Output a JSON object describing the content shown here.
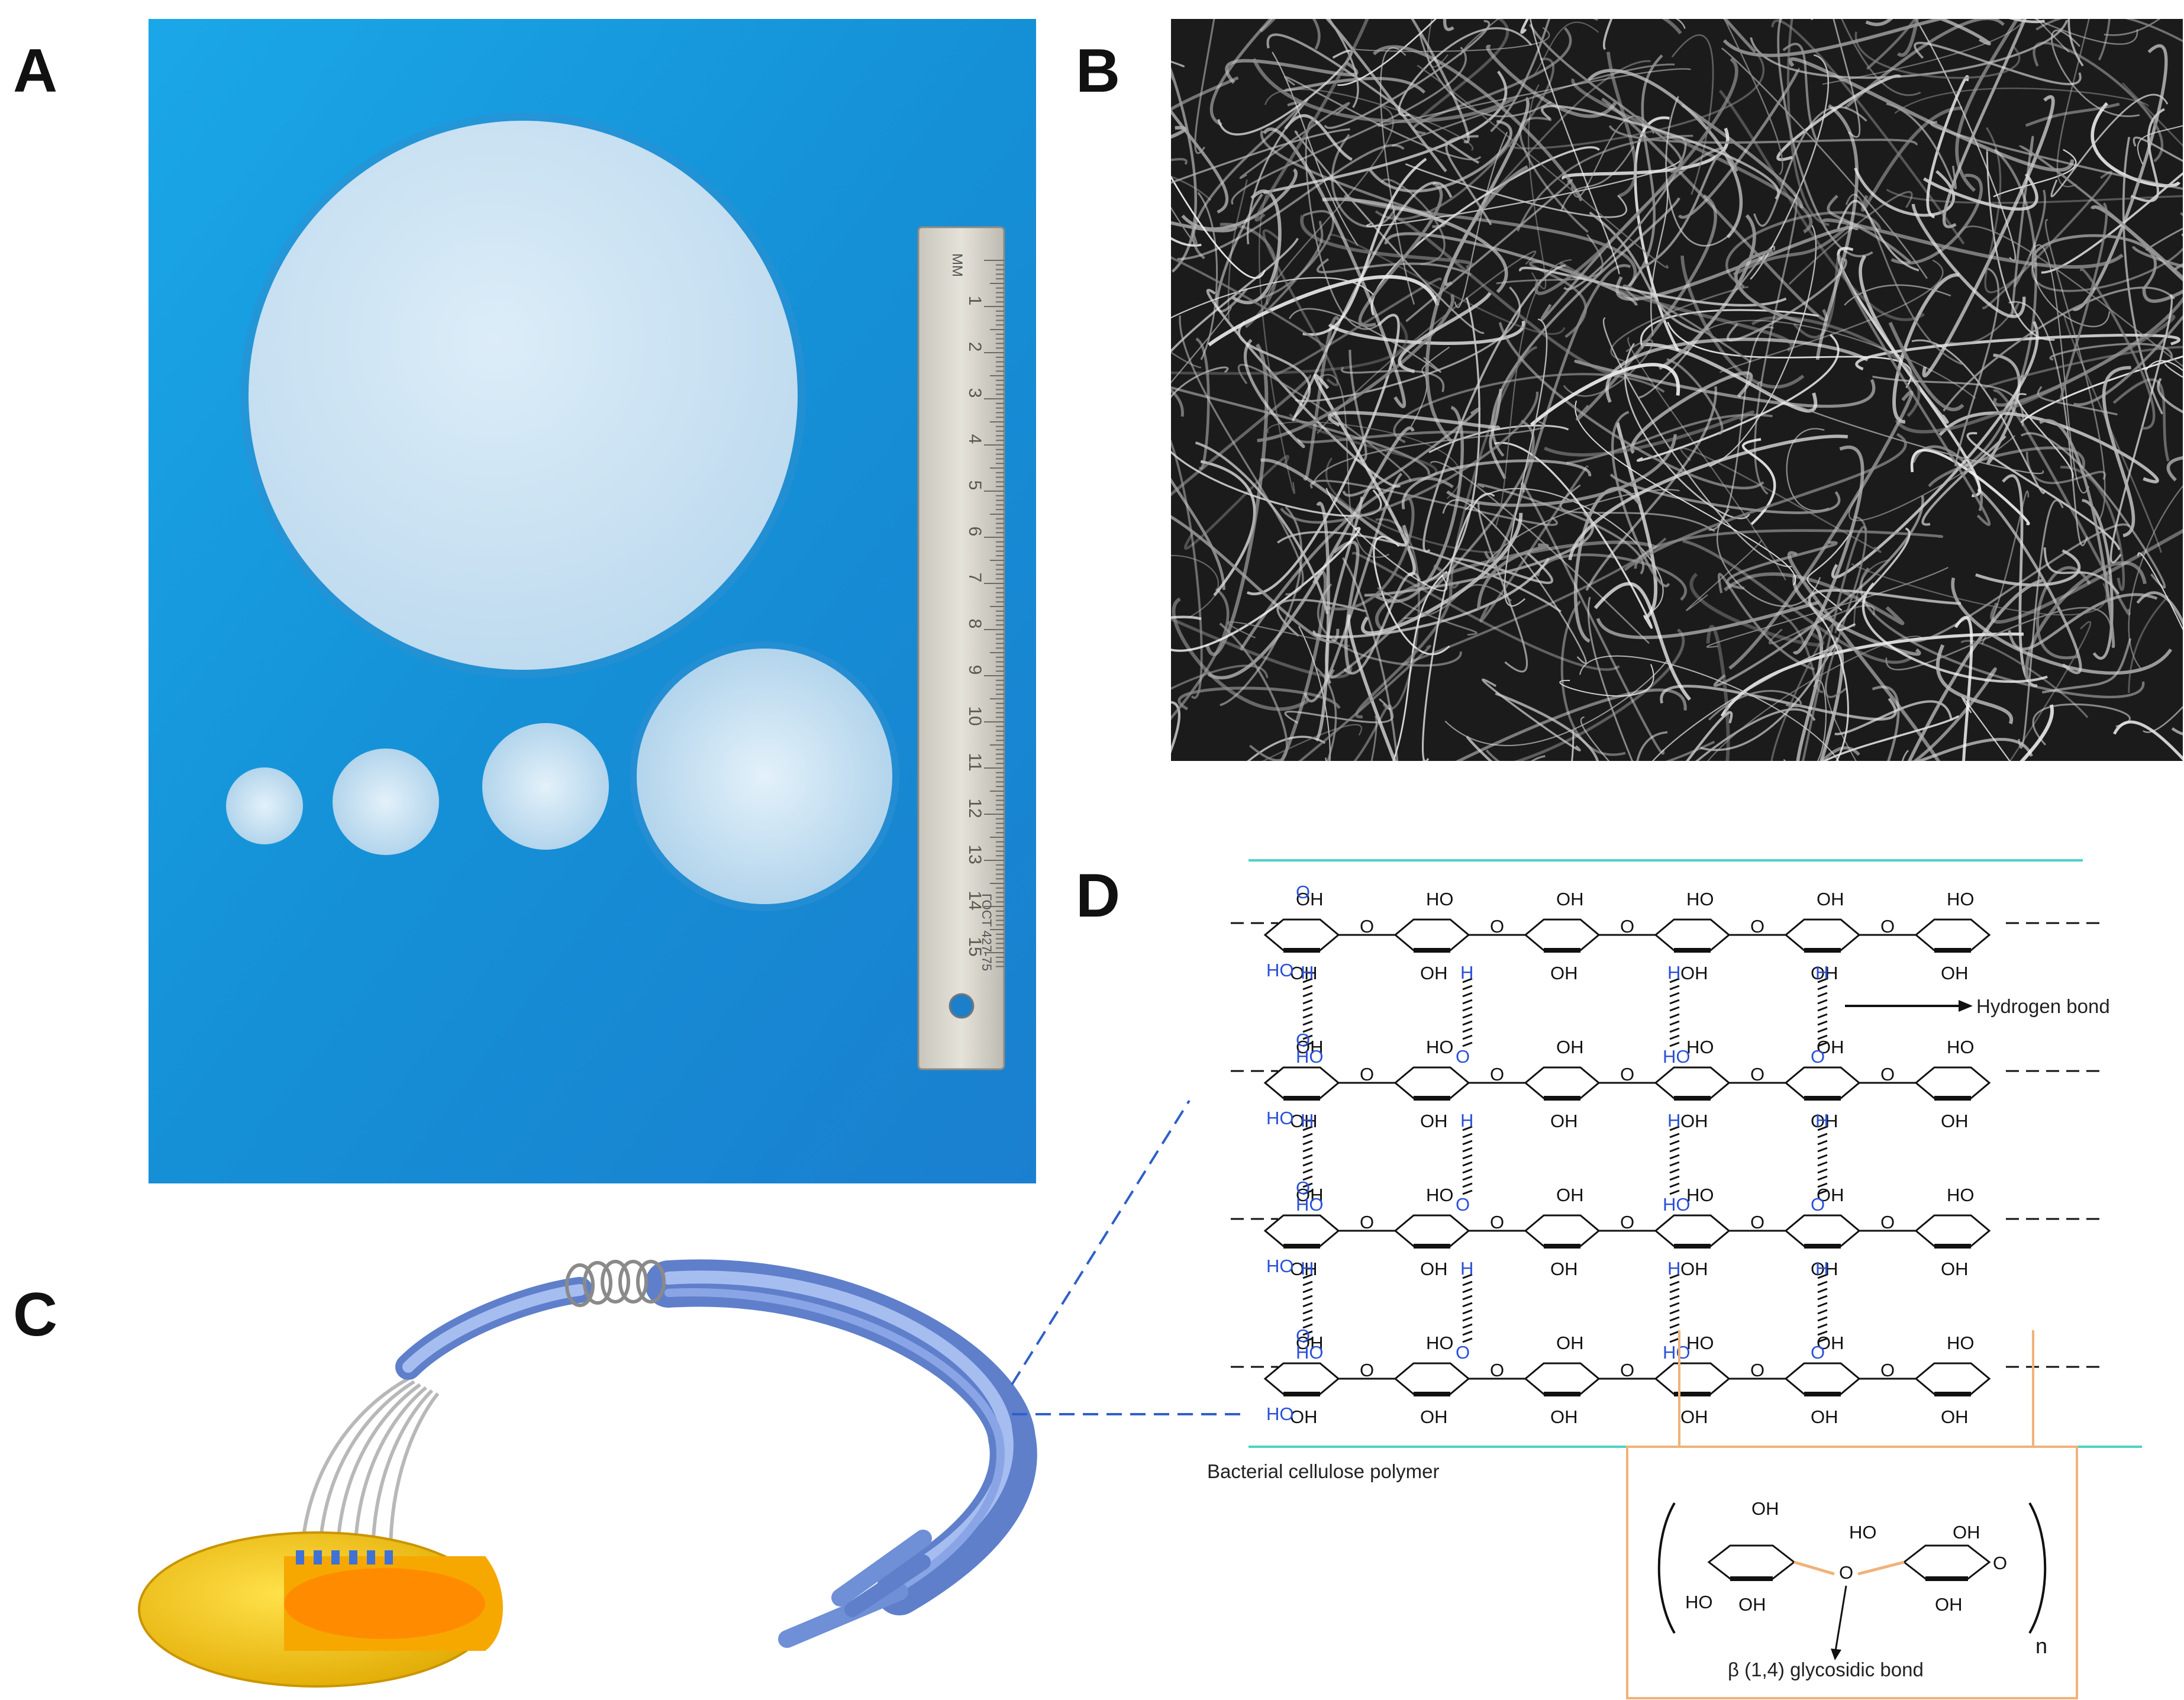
{
  "panels": {
    "a": {
      "letter": "A"
    },
    "b": {
      "letter": "B"
    },
    "c": {
      "letter": "C"
    },
    "d": {
      "letter": "D"
    }
  },
  "ruler": {
    "unit_label": "MM",
    "ticks": [
      "1",
      "2",
      "3",
      "4",
      "5",
      "6",
      "7",
      "8",
      "9",
      "10",
      "11",
      "12",
      "13",
      "14",
      "15"
    ],
    "standard_text": "ГОСТ 427-75"
  },
  "chemistry": {
    "labels": {
      "oh": "OH",
      "ho": "HO",
      "h": "H",
      "o": "O",
      "n": "n"
    },
    "hydrogen_bond_label": "Hydrogen bond",
    "polymer_label": "Bacterial cellulose polymer",
    "glycosidic_label": "β (1,4) glycosidic bond"
  },
  "colors": {
    "background_blue": "#1a8fd6",
    "membrane": "#cde6f5",
    "hbond_blue": "#2a4fd8",
    "guide_line": "#4fd1c5",
    "inset_orange": "#f0b27a",
    "fiber_blue": "#7f9fdc",
    "bacterium_yellow": "#f2c200",
    "bacterium_orange": "#ff8c00"
  }
}
